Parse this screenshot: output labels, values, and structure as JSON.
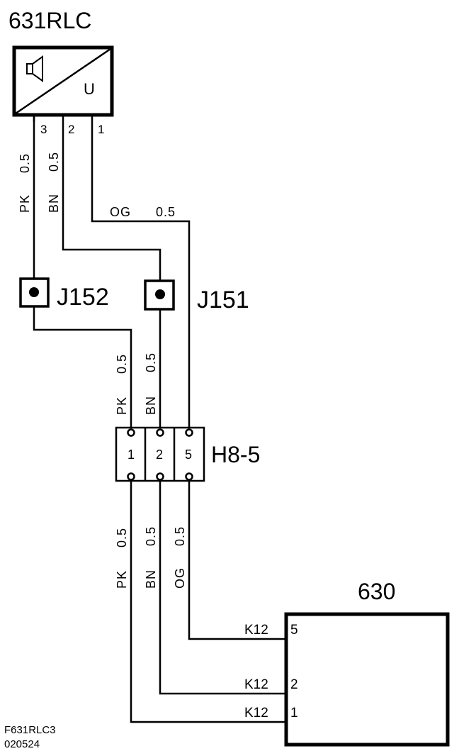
{
  "module_631": {
    "name": "631RLC",
    "unit_label": "U",
    "speaker_icon": "speaker-icon"
  },
  "pins_631": {
    "pin3": "3",
    "pin2": "2",
    "pin1": "1"
  },
  "wires_upper": {
    "pink": {
      "color": "PK",
      "size": "0.5"
    },
    "brown": {
      "color": "BN",
      "size": "0.5"
    },
    "orange": {
      "color": "OG",
      "size": "0.5"
    }
  },
  "junctions": {
    "j152": "J152",
    "j151": "J151"
  },
  "wires_middle": {
    "pink": {
      "color": "PK",
      "size": "0.5"
    },
    "brown": {
      "color": "BN",
      "size": "0.5"
    }
  },
  "connector_h8": {
    "name": "H8-5",
    "cavities": [
      "1",
      "2",
      "5"
    ]
  },
  "wires_lower": {
    "pink": {
      "color": "PK",
      "size": "0.5"
    },
    "brown": {
      "color": "BN",
      "size": "0.5"
    },
    "orange": {
      "color": "OG",
      "size": "0.5"
    }
  },
  "module_630": {
    "name": "630",
    "pins": [
      {
        "connector": "K12",
        "pin": "5"
      },
      {
        "connector": "K12",
        "pin": "2"
      },
      {
        "connector": "K12",
        "pin": "1"
      }
    ]
  },
  "footer": {
    "code": "F631RLC3",
    "date": "020524"
  }
}
